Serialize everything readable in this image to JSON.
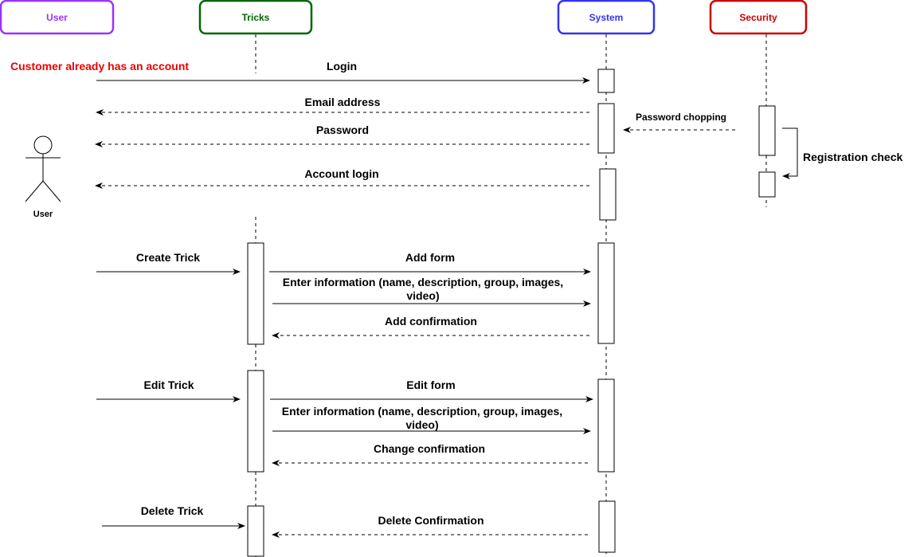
{
  "participants": {
    "user": {
      "label": "User",
      "color": "#9933ff"
    },
    "tricks": {
      "label": "Tricks",
      "color": "#006600"
    },
    "system": {
      "label": "System",
      "color": "#3333ee"
    },
    "security": {
      "label": "Security",
      "color": "#cc0000"
    }
  },
  "actor": {
    "label": "User"
  },
  "note": {
    "text": "Customer already has an account",
    "color": "#ee0000"
  },
  "messages": {
    "login": "Login",
    "email_address": "Email address",
    "password": "Password",
    "account_login": "Account login",
    "password_chopping": "Password chopping",
    "registration_check": "Registration check",
    "create_trick": "Create Trick",
    "add_form": "Add form",
    "enter_info_1_line1": "Enter information (name, description, group, images,",
    "enter_info_1_line2": "video)",
    "add_confirmation": "Add confirmation",
    "edit_trick": "Edit Trick",
    "edit_form": "Edit form",
    "enter_info_2_line1": "Enter information (name, description, group, images,",
    "enter_info_2_line2": "video)",
    "change_confirmation": "Change confirmation",
    "delete_trick": "Delete Trick",
    "delete_confirmation": "Delete Confirmation"
  }
}
